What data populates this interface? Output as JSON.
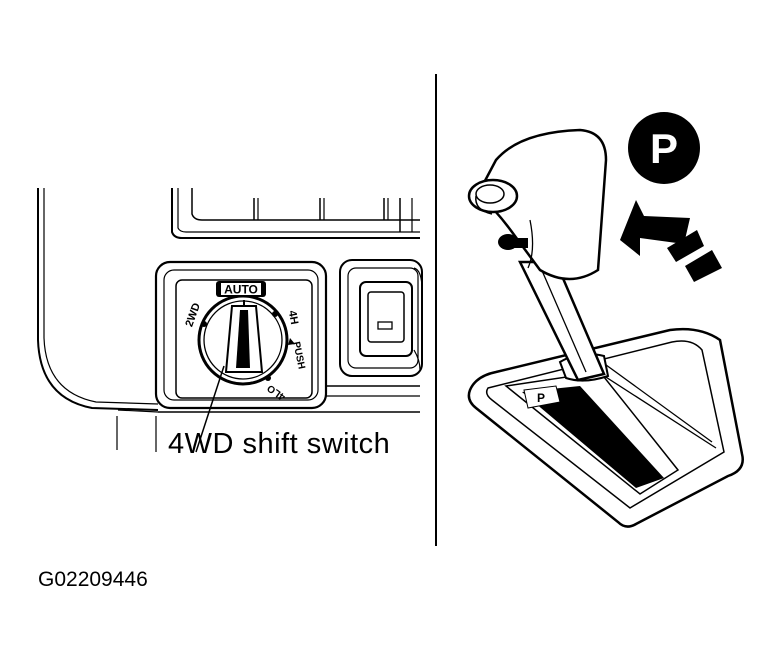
{
  "figure_id": "G02209446",
  "callout_label": "4WD shift switch",
  "switch_positions": {
    "auto": "AUTO",
    "two_wd": "2WD",
    "four_h": "4H",
    "push": "PUSH",
    "four_lo": "4LO"
  },
  "shift_badge": "P",
  "gate_letter": "P"
}
